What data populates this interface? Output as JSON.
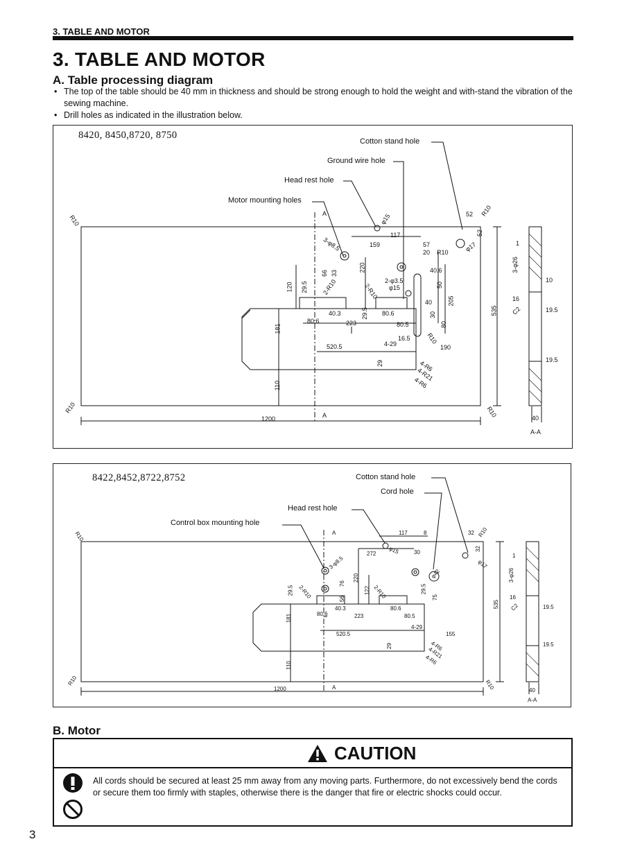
{
  "header": {
    "running_title": "3. TABLE AND MOTOR"
  },
  "section": {
    "title": "3. TABLE AND MOTOR",
    "subsection_a": "A. Table processing diagram",
    "bullets": [
      "The top of the table should be 40 mm in thickness and should be strong enough to hold the weight and with-stand the vibration of the sewing machine.",
      "Drill holes as indicated in the illustration below."
    ]
  },
  "figure1": {
    "models": "8420, 8450,8720, 8750",
    "callouts": {
      "cotton_stand_hole": "Cotton stand hole",
      "ground_wire_hole": "Ground wire hole",
      "head_rest_hole": "Head rest hole",
      "motor_mounting_holes": "Motor mounting holes"
    },
    "section_label": "A-A",
    "section_marker": "A",
    "dims": {
      "width": "1200",
      "height": "535",
      "depth_back": "181",
      "depth_front": "110",
      "d520": "520.5",
      "d223": "223",
      "d190": "190",
      "d159": "159",
      "d117": "117",
      "d57": "57",
      "d52a": "52",
      "d52b": "52",
      "d20": "20",
      "d40_6": "40.6",
      "d40": "40",
      "d50": "50",
      "d30": "30",
      "d80": "80",
      "d205": "205",
      "d220": "220",
      "d120": "120",
      "d29_5a": "29.5",
      "d29_5b": "29.5",
      "d66": "66",
      "d33": "33",
      "d80_6a": "80.6",
      "d40_3": "40.3",
      "d80_6b": "80.6",
      "d80_5": "80.5",
      "d16_5": "16.5",
      "d4_29": "4-29",
      "d29": "29",
      "r_tl": "R10",
      "r_bl": "R10",
      "r_br": "R10",
      "r_tr": "R10",
      "r10b": "R10",
      "r10c": "R10",
      "r2_10a": "2-R10",
      "r2_10b": "2-R10",
      "phi15": "φ15",
      "phi17": "φ17",
      "holes_3_85": "3-φ8.5",
      "holes_2_35": "2-φ3.5",
      "phi15b": "φ15",
      "r4_6a": "4-R6",
      "r4_21": "4-R21",
      "r4_6b": "4-R6",
      "s1": "1",
      "s3_26": "3-φ26",
      "s10": "10",
      "s16": "16",
      "sc2": "C2",
      "s19_5a": "19.5",
      "s19_5b": "19.5",
      "s40": "40"
    }
  },
  "figure2": {
    "models": "8422,8452,8722,8752",
    "callouts": {
      "cotton_stand_hole": "Cotton stand hole",
      "cord_hole": "Cord hole",
      "head_rest_hole": "Head rest hole",
      "control_box_mounting_hole": "Control box mounting hole"
    },
    "section_label": "A-A",
    "section_marker": "A",
    "dims": {
      "width": "1200",
      "height": "535",
      "depth_back": "181",
      "depth_front": "110",
      "d520": "520.5",
      "d223": "223",
      "d155": "155",
      "d272": "272",
      "d117": "117",
      "d8": "8",
      "d32a": "32",
      "d32b": "32",
      "d30": "30",
      "d75": "75",
      "d220": "220",
      "d122": "122",
      "d76": "76",
      "d56": "56",
      "d29_5a": "29.5",
      "d29_5b": "29.5",
      "d80_6a": "80.6",
      "d40_3": "40.3",
      "d80_6b": "80.6",
      "d80_5": "80.5",
      "d4_29": "4-29",
      "d29": "29",
      "r_tl": "R10",
      "r_bl": "R10",
      "r_br": "R10",
      "r_tr": "R10",
      "r2_10a": "2-R10",
      "r2_10b": "2-R10",
      "phi15": "φ15",
      "phi17": "φ17",
      "phi42": "φ42",
      "holes_3_85": "3-φ8.5",
      "r4_6a": "4-R6",
      "r4_21": "4-R21",
      "r4_6b": "4-R6",
      "s1": "1",
      "s3_26": "3-φ26",
      "s16": "16",
      "sc2": "C2",
      "s19_5a": "19.5",
      "s19_5b": "19.5",
      "s40": "40"
    }
  },
  "motor": {
    "subsection_b": "B. Motor",
    "caution_title": "CAUTION",
    "caution_text": "All cords should be secured at least 25 mm away from any moving parts. Furthermore, do not excessively bend the cords or secure them too firmly with staples, otherwise there is the danger that fire or electric shocks could occur.",
    "icons": [
      "warning-triangle-icon",
      "mandatory-action-icon",
      "prohibition-icon"
    ]
  },
  "page": {
    "number": "3"
  }
}
